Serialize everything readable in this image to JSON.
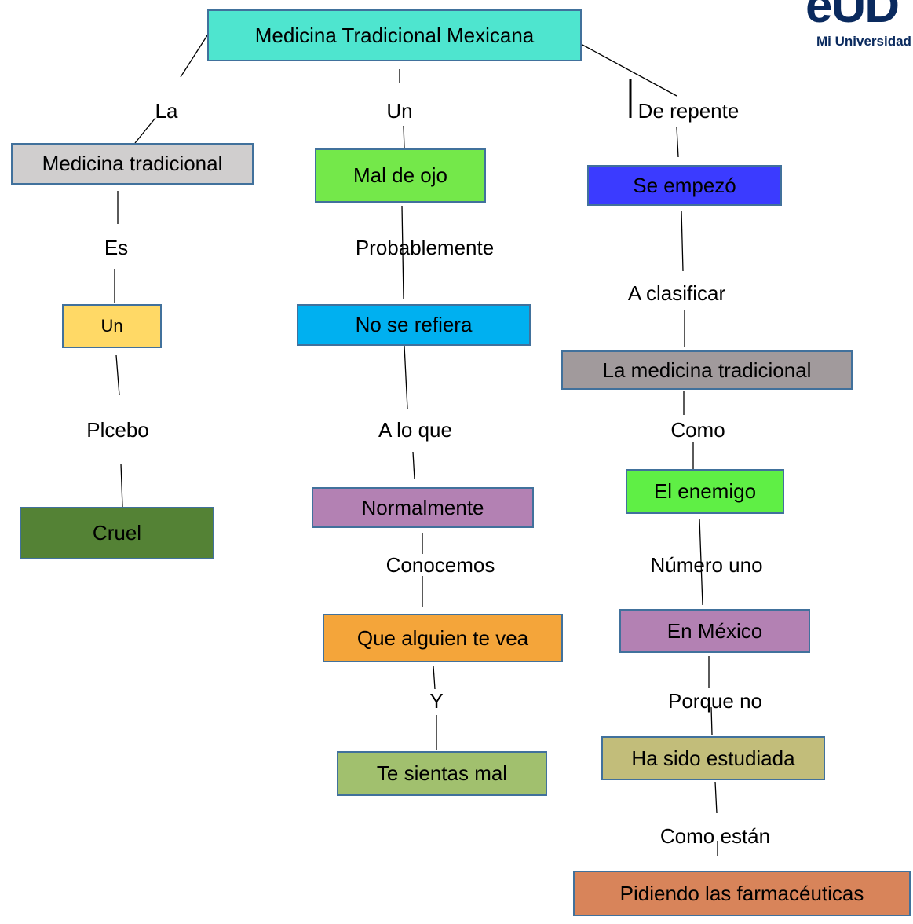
{
  "logo": {
    "mark": "eUD",
    "subtitle": "Mi Universidad"
  },
  "nodes": {
    "root": "Medicina Tradicional Mexicana",
    "left": [
      "Medicina tradicional",
      "Un",
      "Cruel"
    ],
    "middle": [
      "Mal de ojo",
      "No se refiera",
      "Normalmente",
      "Que alguien te vea",
      "Te sientas mal"
    ],
    "right": [
      "Se empezó",
      "La medicina tradicional",
      "El enemigo",
      "En México",
      "Ha sido estudiada",
      "Pidiendo las farmacéuticas"
    ]
  },
  "connectors": {
    "left": [
      "La",
      "Es",
      "Plcebo"
    ],
    "middle": [
      "Un",
      "Probablemente",
      "A lo que",
      "Conocemos",
      "Y"
    ],
    "right": [
      "De repente",
      "A clasificar",
      "Como",
      "Número uno",
      "Porque no",
      "Como están"
    ]
  },
  "colors": {
    "root": "#4ee5cf",
    "left": [
      "#d0cece",
      "#ffd966",
      "#548235"
    ],
    "middle": [
      "#74e84a",
      "#00b0f0",
      "#b381b3",
      "#f4a53a",
      "#a1c06e"
    ],
    "right": [
      "#3b3bff",
      "#a19a9c",
      "#5fef45",
      "#b381b3",
      "#c2bd7a",
      "#d8845a"
    ],
    "border": "#41719c"
  }
}
